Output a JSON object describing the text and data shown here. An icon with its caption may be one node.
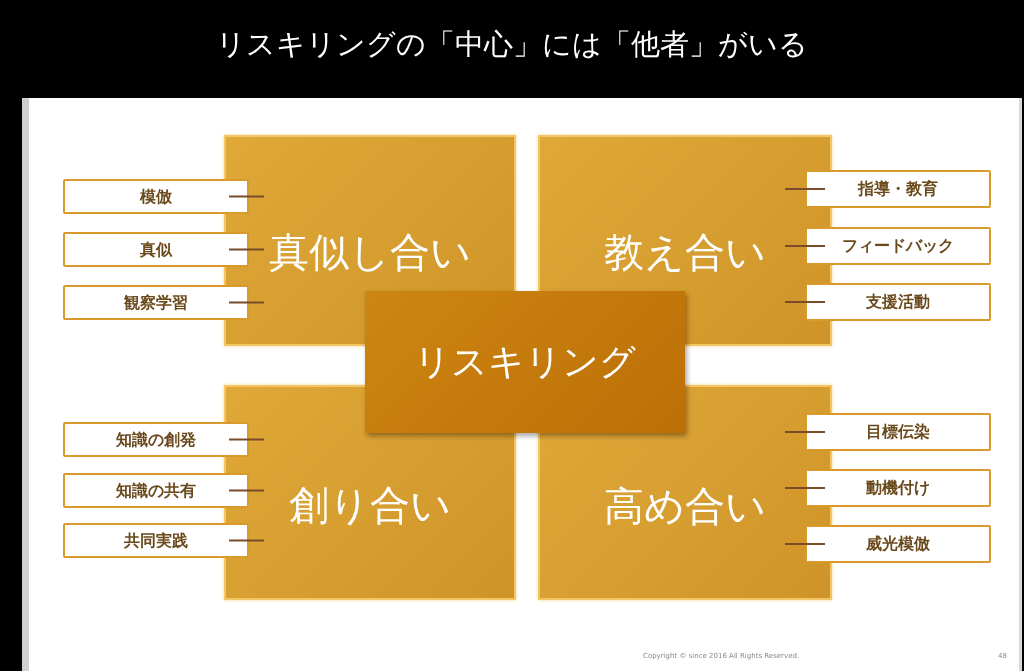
{
  "diagram": {
    "title": "リスキリングの「中心」には「他者」がいる",
    "nodes": [
      {
        "text": [
          "真似し合い"
        ]
      },
      {
        "text": [
          "模倣"
        ]
      },
      {
        "text": [
          "真似"
        ]
      },
      {
        "text": [
          "観察学習"
        ]
      },
      {
        "text": [
          "教え合い"
        ]
      },
      {
        "text": [
          "指導・教育"
        ]
      },
      {
        "text": [
          "フィードバック"
        ]
      },
      {
        "text": [
          "支援活動"
        ]
      },
      {
        "text": [
          "リスキリング"
        ]
      },
      {
        "text": [
          "創り合い"
        ]
      },
      {
        "text": [
          "知識の創発"
        ]
      },
      {
        "text": [
          "知識の共有"
        ]
      },
      {
        "text": [
          "共同実践"
        ]
      },
      {
        "text": [
          "高め合い"
        ]
      },
      {
        "text": [
          "目標伝染"
        ]
      },
      {
        "text": [
          "動機付け"
        ]
      },
      {
        "text": [
          "威光模倣"
        ]
      }
    ],
    "edges": [
      {
        "from": 1,
        "to": 0,
        "arrow": "none"
      },
      {
        "from": 2,
        "to": 0,
        "arrow": "none"
      },
      {
        "from": 3,
        "to": 0,
        "arrow": "none"
      },
      {
        "from": 5,
        "to": 4,
        "arrow": "none"
      },
      {
        "from": 6,
        "to": 4,
        "arrow": "none"
      },
      {
        "from": 7,
        "to": 4,
        "arrow": "none"
      },
      {
        "from": 10,
        "to": 9,
        "arrow": "none"
      },
      {
        "from": 11,
        "to": 9,
        "arrow": "none"
      },
      {
        "from": 12,
        "to": 9,
        "arrow": "none"
      },
      {
        "from": 14,
        "to": 13,
        "arrow": "none"
      },
      {
        "from": 15,
        "to": 13,
        "arrow": "none"
      },
      {
        "from": 16,
        "to": 13,
        "arrow": "none"
      }
    ],
    "labels": [
      "Copyright © since 2016 All Rights Reserved.",
      "48"
    ]
  }
}
